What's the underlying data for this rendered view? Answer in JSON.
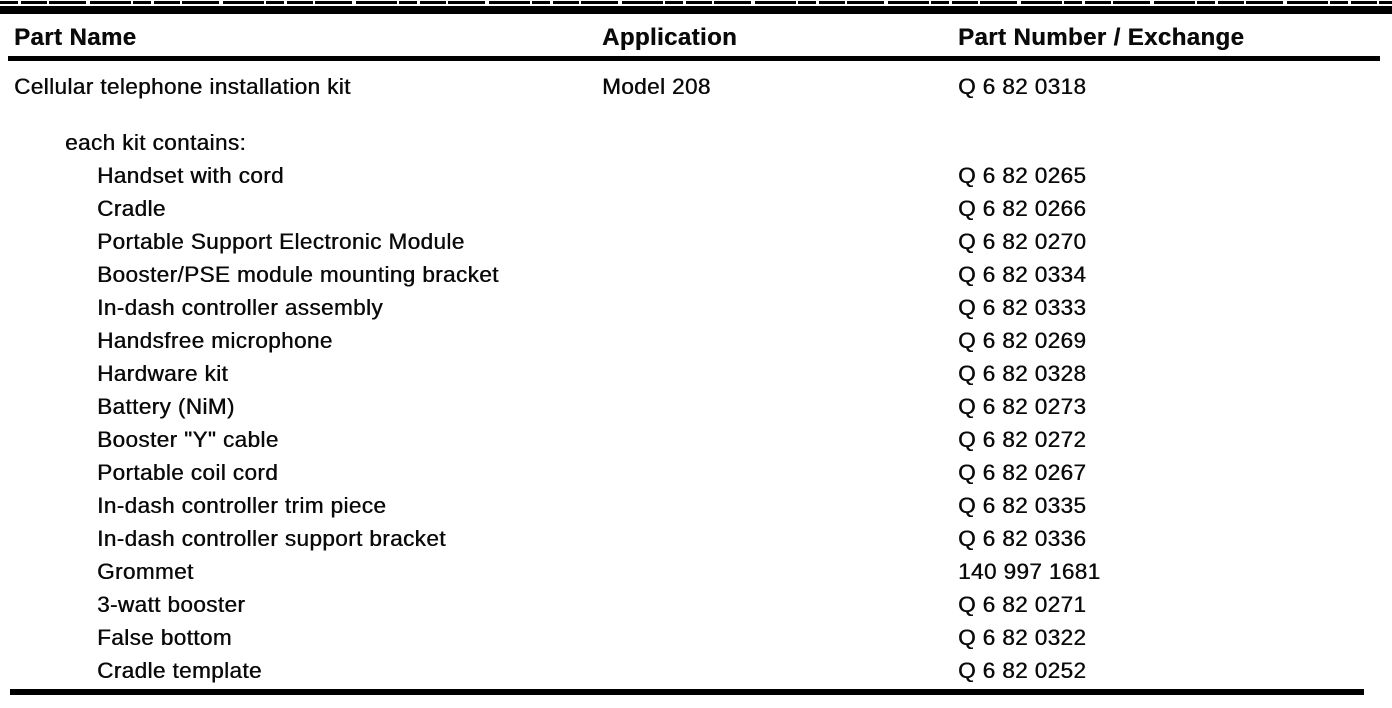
{
  "table": {
    "headers": {
      "part_name": "Part Name",
      "application": "Application",
      "part_number": "Part Number / Exchange"
    },
    "rows": [
      {
        "name": "Cellular telephone installation kit",
        "application": "Model 208",
        "part_number": "Q 6 82 0318",
        "indent": 0,
        "gap_after": true
      },
      {
        "name": "each kit contains:",
        "application": "",
        "part_number": "",
        "indent": 1
      },
      {
        "name": "Handset with cord",
        "application": "",
        "part_number": "Q 6 82 0265",
        "indent": 2
      },
      {
        "name": "Cradle",
        "application": "",
        "part_number": "Q 6 82 0266",
        "indent": 2
      },
      {
        "name": "Portable Support Electronic Module",
        "application": "",
        "part_number": "Q 6 82 0270",
        "indent": 2
      },
      {
        "name": "Booster/PSE module mounting bracket",
        "application": "",
        "part_number": "Q 6 82 0334",
        "indent": 2
      },
      {
        "name": "In-dash controller assembly",
        "application": "",
        "part_number": "Q 6 82 0333",
        "indent": 2
      },
      {
        "name": "Handsfree microphone",
        "application": "",
        "part_number": "Q 6 82 0269",
        "indent": 2
      },
      {
        "name": "Hardware kit",
        "application": "",
        "part_number": "Q 6 82 0328",
        "indent": 2
      },
      {
        "name": "Battery (NiM)",
        "application": "",
        "part_number": "Q 6 82 0273",
        "indent": 2
      },
      {
        "name": "Booster \"Y\" cable",
        "application": "",
        "part_number": "Q 6 82 0272",
        "indent": 2
      },
      {
        "name": "Portable coil cord",
        "application": "",
        "part_number": "Q 6 82 0267",
        "indent": 2
      },
      {
        "name": "In-dash controller trim piece",
        "application": "",
        "part_number": "Q 6 82 0335",
        "indent": 2
      },
      {
        "name": "In-dash controller support bracket",
        "application": "",
        "part_number": "Q 6 82 0336",
        "indent": 2
      },
      {
        "name": "Grommet",
        "application": "",
        "part_number": "140 997 1681",
        "indent": 2
      },
      {
        "name": "3-watt booster",
        "application": "",
        "part_number": "Q 6 82 0271",
        "indent": 2
      },
      {
        "name": "False bottom",
        "application": "",
        "part_number": "Q 6 82 0322",
        "indent": 2
      },
      {
        "name": "Cradle template",
        "application": "",
        "part_number": "Q 6 82 0252",
        "indent": 2
      }
    ]
  }
}
